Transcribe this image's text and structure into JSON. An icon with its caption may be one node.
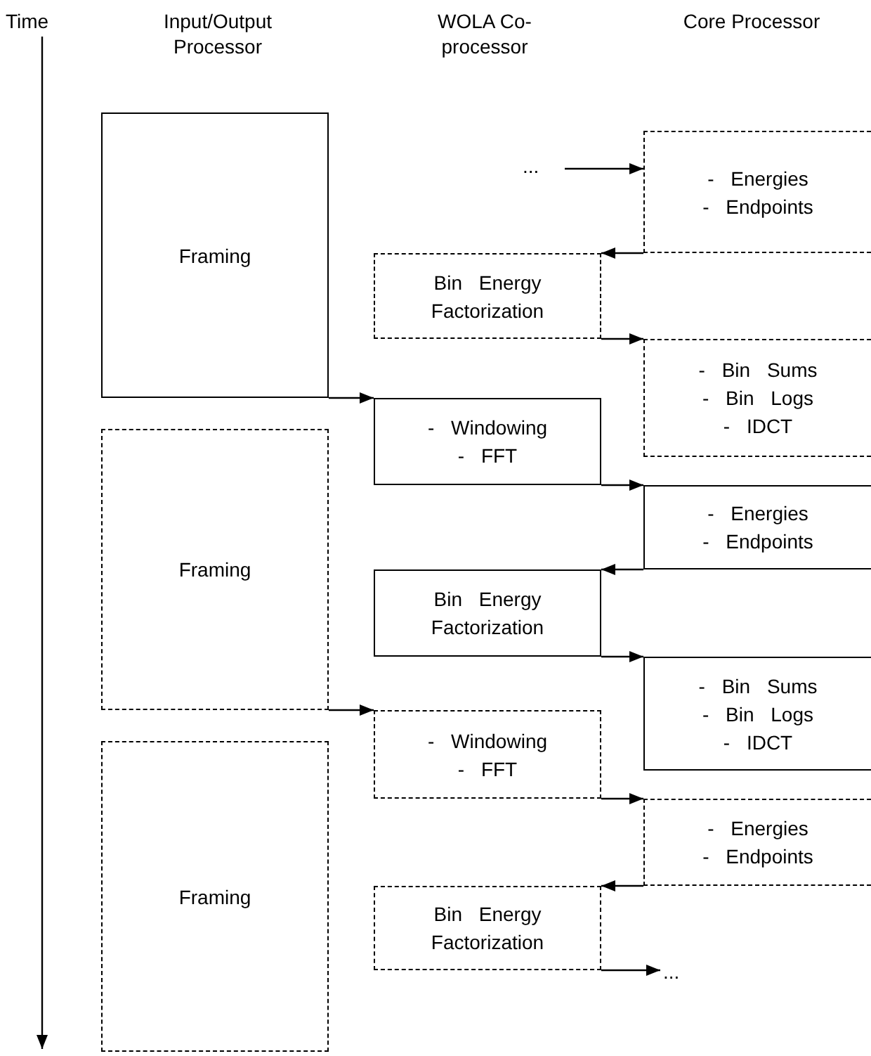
{
  "diagram": {
    "nodes": [
      {
        "text": [
          "Framing"
        ]
      },
      {
        "text": [
          "..."
        ]
      },
      {
        "text": [
          "- Energies - Endpoints"
        ]
      },
      {
        "text": [
          "Bin Energy Factorization"
        ]
      },
      {
        "text": [
          "- Bin Sums - Bin Logs - IDCT"
        ]
      },
      {
        "text": [
          "- Windowing - FFT"
        ]
      },
      {
        "text": [
          "Framing"
        ]
      },
      {
        "text": [
          "- Energies - Endpoints"
        ]
      },
      {
        "text": [
          "Bin Energy Factorization"
        ]
      },
      {
        "text": [
          "- Bin Sums - Bin Logs - IDCT"
        ]
      },
      {
        "text": [
          "- Windowing - FFT"
        ]
      },
      {
        "text": [
          "Framing"
        ]
      },
      {
        "text": [
          "- Energies - Endpoints"
        ]
      },
      {
        "text": [
          "Bin Energy Factorization"
        ]
      },
      {
        "text": [
          "..."
        ]
      }
    ],
    "edges": [
      {
        "from": 1,
        "to": 2,
        "arrow": "to"
      },
      {
        "from": 2,
        "to": 3,
        "arrow": "to"
      },
      {
        "from": 3,
        "to": 4,
        "arrow": "to"
      },
      {
        "from": 0,
        "to": 5,
        "arrow": "to"
      },
      {
        "from": 5,
        "to": 7,
        "arrow": "to"
      },
      {
        "from": 7,
        "to": 8,
        "arrow": "to"
      },
      {
        "from": 8,
        "to": 9,
        "arrow": "to"
      },
      {
        "from": 6,
        "to": 10,
        "arrow": "to"
      },
      {
        "from": 10,
        "to": 12,
        "arrow": "to"
      },
      {
        "from": 12,
        "to": 13,
        "arrow": "to"
      },
      {
        "from": 13,
        "to": 14,
        "arrow": "to"
      }
    ],
    "labels": [
      "Time",
      "Input/Output Processor",
      "WOLA Co-processor",
      "Core Processor"
    ]
  }
}
